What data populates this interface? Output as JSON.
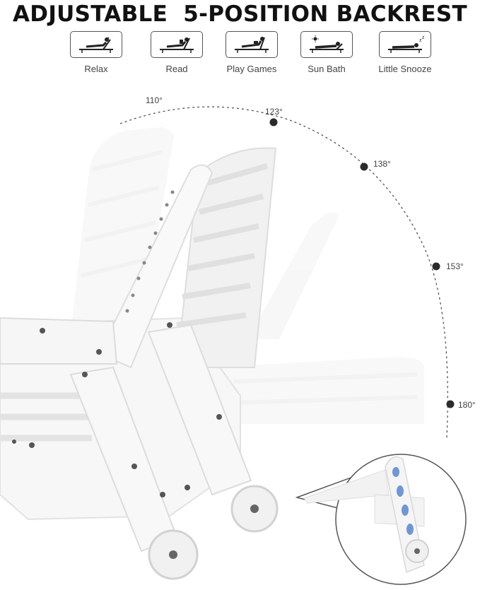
{
  "header": {
    "title": "ADJUSTABLE  5-POSITION BACKREST"
  },
  "positions": [
    {
      "label": "Relax",
      "icon": "relax-icon"
    },
    {
      "label": "Read",
      "icon": "read-icon"
    },
    {
      "label": "Play Games",
      "icon": "play-games-icon"
    },
    {
      "label": "Sun Bath",
      "icon": "sun-bath-icon"
    },
    {
      "label": "Little Snooze",
      "icon": "little-snooze-icon"
    }
  ],
  "angles": [
    {
      "label": "110°"
    },
    {
      "label": "123°"
    },
    {
      "label": "138°"
    },
    {
      "label": "153°"
    },
    {
      "label": "180°"
    }
  ],
  "colors": {
    "text": "#111111",
    "dot": "#2b2b2b",
    "arc": "#555555",
    "chair": "#f4f4f4"
  }
}
